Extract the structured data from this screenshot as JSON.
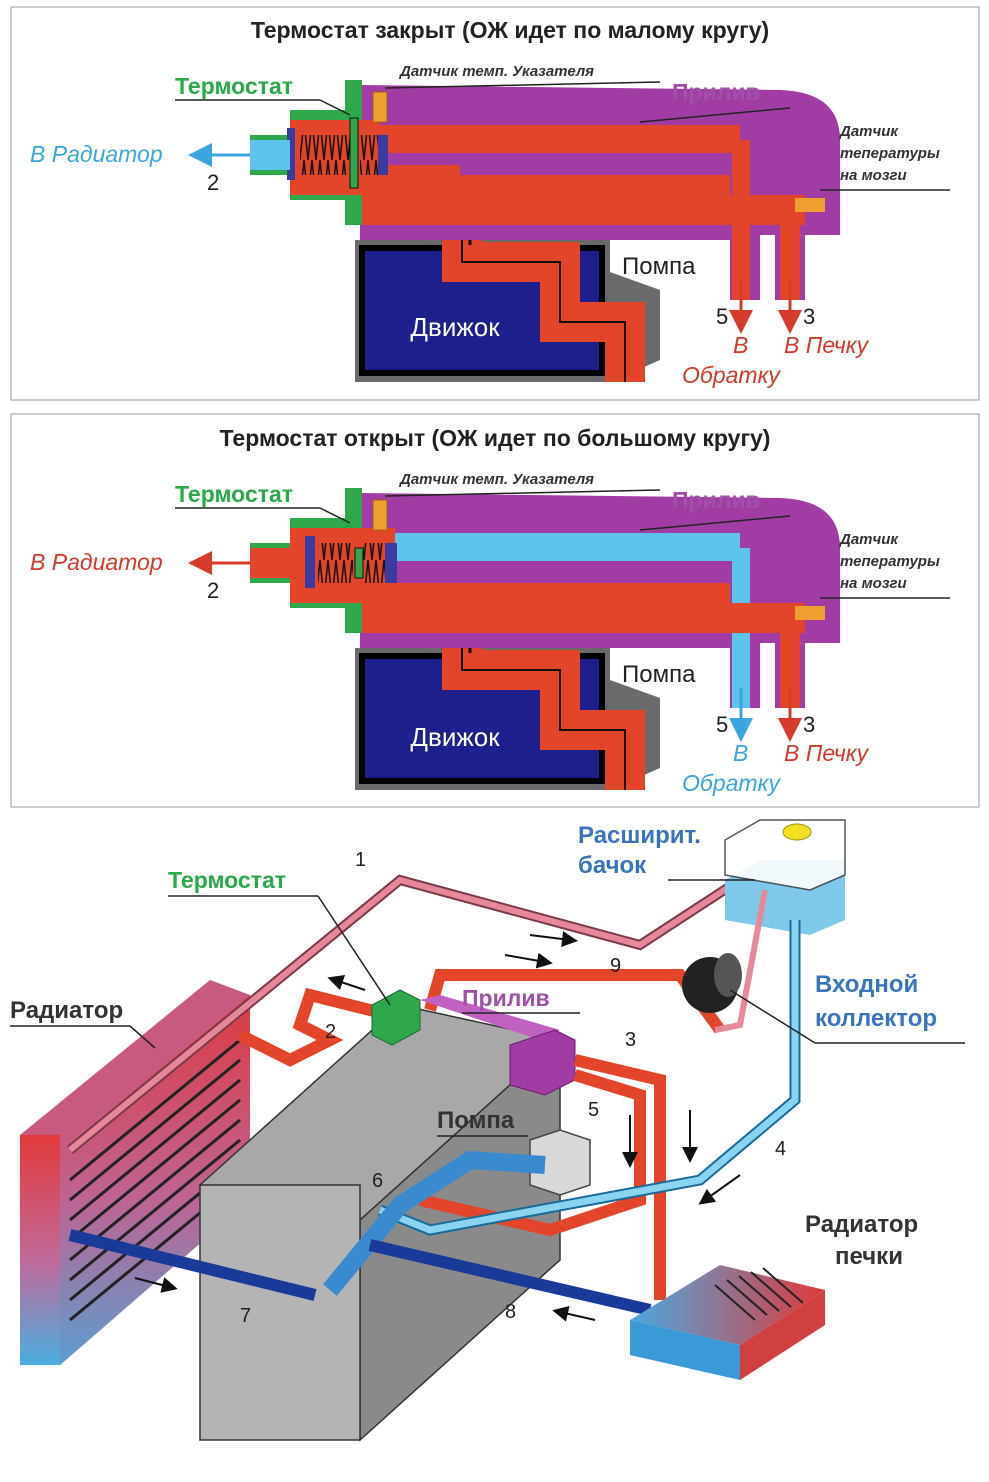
{
  "panel1": {
    "title": "Термостат закрыт (ОЖ идет по малому кругу)",
    "thermostat_label": "Термостат",
    "sensor_indicator_label": "Датчик темп. Указателя",
    "priliv_label": "Прилив",
    "sensor_brain_line1": "Датчик",
    "sensor_brain_line2": "тепературы",
    "sensor_brain_line3": "на мозги",
    "to_radiator": "В Радиатор",
    "num_2": "2",
    "pump_label": "Помпа",
    "engine_label": "Движок",
    "num_5": "5",
    "num_3": "3",
    "to_return_line1": "В",
    "to_return_line2": "Обратку",
    "to_heater": "В Печку"
  },
  "panel2": {
    "title": "Термостат открыт (ОЖ идет по большому кругу)",
    "thermostat_label": "Термостат",
    "sensor_indicator_label": "Датчик темп. Указателя",
    "priliv_label": "Прилив",
    "sensor_brain_line1": "Датчик",
    "sensor_brain_line2": "тепературы",
    "sensor_brain_line3": "на мозги",
    "to_radiator": "В Радиатор",
    "num_2": "2",
    "pump_label": "Помпа",
    "engine_label": "Движок",
    "num_5": "5",
    "num_3": "3",
    "to_return_line1": "В",
    "to_return_line2": "Обратку",
    "to_heater": "В Печку"
  },
  "system": {
    "tank_line1": "Расширит.",
    "tank_line2": "бачок",
    "thermostat_label": "Термостат",
    "radiator_label": "Радиатор",
    "priliv_label": "Прилив",
    "inlet_line1": "Входной",
    "inlet_line2": "коллектор",
    "pump_label": "Помпа",
    "heater_line1": "Радиатор",
    "heater_line2": "печки",
    "n1": "1",
    "n2": "2",
    "n3": "3",
    "n4": "4",
    "n5": "5",
    "n6": "6",
    "n7": "7",
    "n8": "8",
    "n9": "9"
  },
  "colors": {
    "hot": "#e2452a",
    "cold": "#5ec3ea",
    "priliv": "#a23ca5",
    "thermostat": "#2ea84a",
    "engine": "#1c1f8c",
    "sensor": "#f0a030"
  }
}
